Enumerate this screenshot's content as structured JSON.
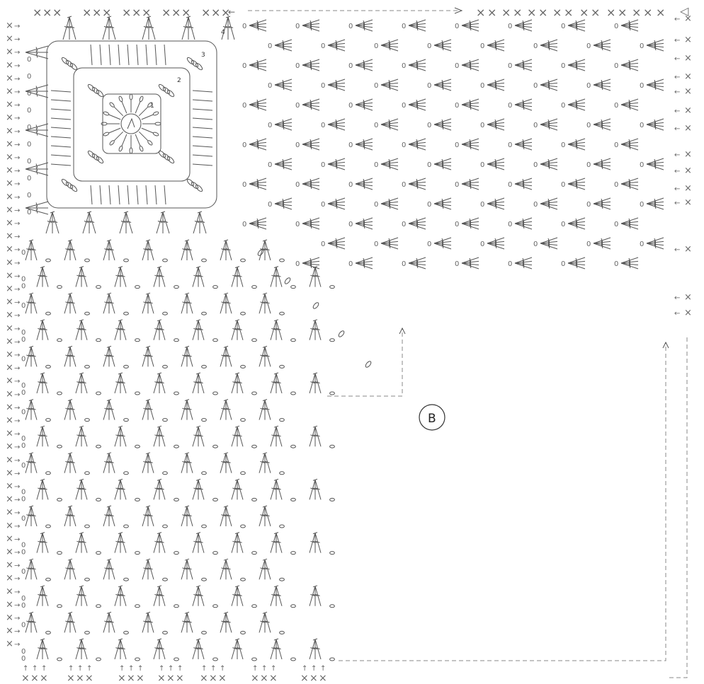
{
  "diagram": {
    "section_label": "B",
    "round_numbers": [
      "1",
      "2",
      "3",
      "4"
    ],
    "symbols": {
      "single_crochet": "×",
      "chain": "0",
      "arrow_left": "←",
      "arrow_right": "→",
      "arrow_up": "↑"
    }
  }
}
